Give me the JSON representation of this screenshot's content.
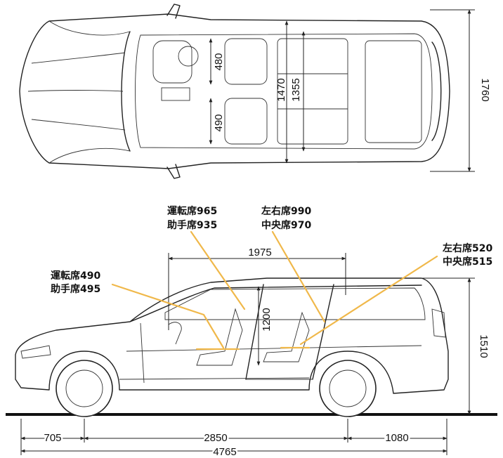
{
  "top_view": {
    "width_overall": "1760",
    "cabin_width_front": "1470",
    "cabin_width_rear": "1355",
    "seat_width_driver": "480",
    "seat_width_passenger": "490"
  },
  "side_view": {
    "cabin_length": "1975",
    "interior_height": "1200",
    "overall_height": "1510",
    "front_overhang": "705",
    "wheelbase": "2850",
    "rear_overhang": "1080",
    "overall_length": "4765",
    "label_front_hip": [
      "運転席490",
      "助手席495"
    ],
    "label_front_head": [
      "運転席965",
      "助手席935"
    ],
    "label_second_head": [
      "左右席990",
      "中央席970"
    ],
    "label_second_hip": [
      "左右席520",
      "中央席515"
    ]
  },
  "colors": {
    "line": "#222222",
    "annotation": "#f0b84a"
  }
}
